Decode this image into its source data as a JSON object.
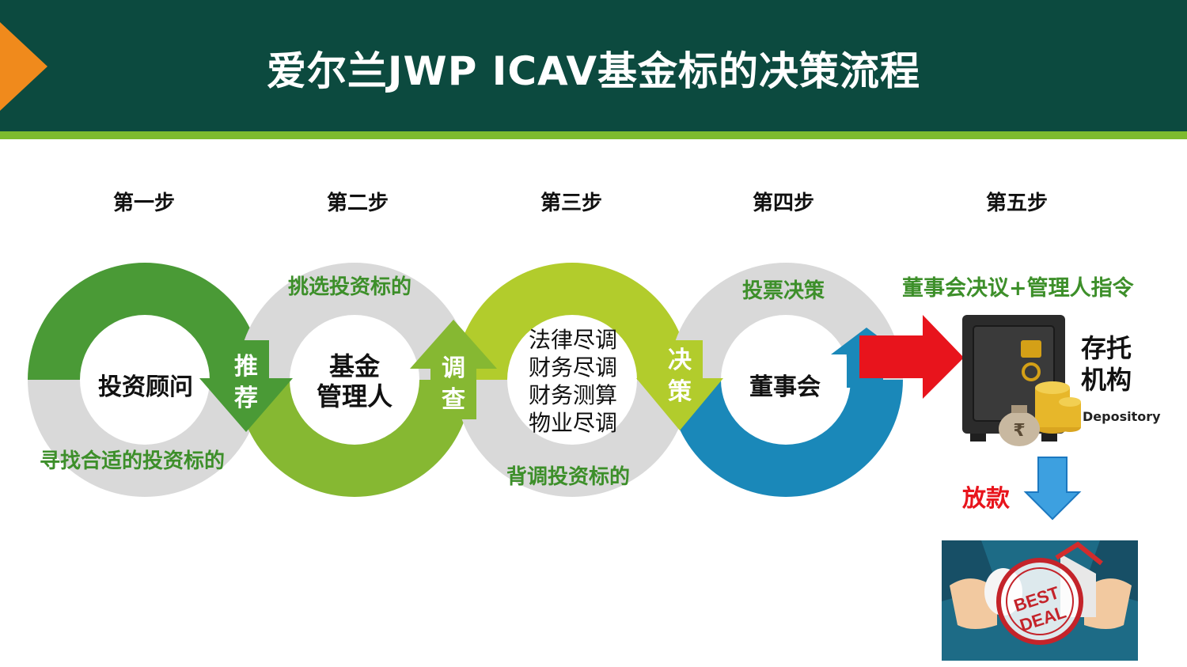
{
  "header": {
    "title": "爱尔兰JWP ICAV基金标的决策流程"
  },
  "steps": [
    {
      "label": "第一步"
    },
    {
      "label": "第二步"
    },
    {
      "label": "第三步"
    },
    {
      "label": "第四步"
    },
    {
      "label": "第五步"
    }
  ],
  "rings": {
    "r1": {
      "center": "投资顾问",
      "bottom": "寻找合适的投资标的"
    },
    "r2": {
      "center_line1": "基金",
      "center_line2": "管理人",
      "top": "挑选投资标的"
    },
    "r3": {
      "center": [
        "法律尽调",
        "财务尽调",
        "财务测算",
        "物业尽调"
      ],
      "bottom": "背调投资标的"
    },
    "r4": {
      "center": "董事会",
      "top": "投票决策"
    }
  },
  "arrows": {
    "a1": [
      "推",
      "荐"
    ],
    "a2": [
      "调",
      "查"
    ],
    "a3": [
      "决",
      "策"
    ]
  },
  "step5": {
    "title": "董事会决议+管理人指令",
    "cn_label": "存托机构",
    "en_label": "Depository",
    "loan": "放款",
    "badge": "BEST DEAL"
  },
  "colors": {
    "header_bg": "#0c4a3f",
    "header_stripe": "#7dbb2e",
    "marker": "#f08a1c",
    "green_dark": "#4a9a36",
    "green_mid": "#86b832",
    "green_light": "#b2cc2c",
    "blue": "#1a88b9",
    "gray": "#d8d8d8",
    "red": "#e8141c"
  }
}
